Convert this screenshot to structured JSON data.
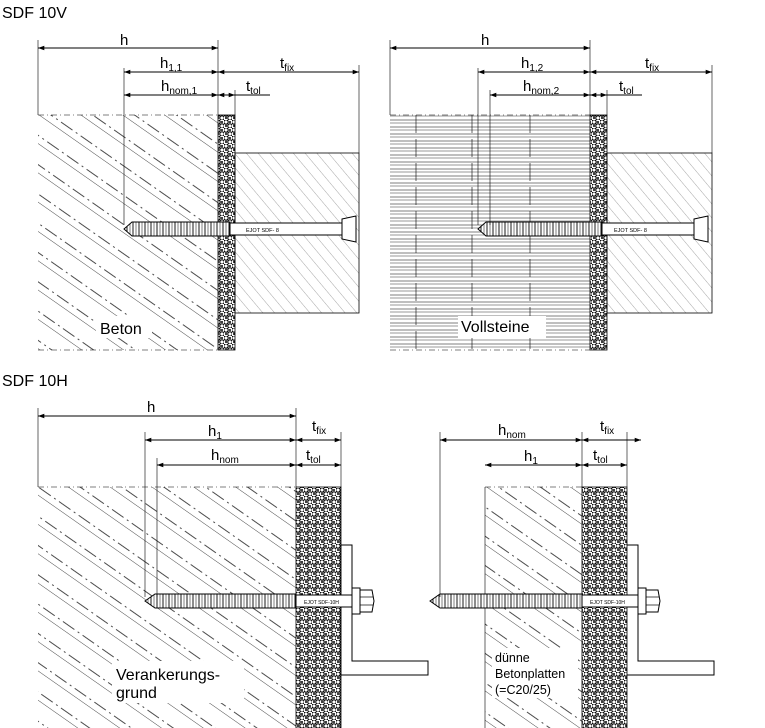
{
  "sections": {
    "top_title": "SDF 10V",
    "bottom_title": "SDF 10H"
  },
  "panel1": {
    "h": "h",
    "h_sub_main": "h",
    "h_sub_sub": "1,1",
    "hnom_main": "h",
    "hnom_sub": "nom,1",
    "tfix_main": "t",
    "tfix_sub": "fix",
    "ttol_main": "t",
    "ttol_sub": "tol",
    "material": "Beton",
    "marking": "EJOT SDF- 8"
  },
  "panel2": {
    "h": "h",
    "h_sub_main": "h",
    "h_sub_sub": "1,2",
    "hnom_main": "h",
    "hnom_sub": "nom,2",
    "tfix_main": "t",
    "tfix_sub": "fix",
    "ttol_main": "t",
    "ttol_sub": "tol",
    "material": "Vollsteine",
    "marking": "EJOT SDF- 8"
  },
  "panel3": {
    "h": "h",
    "h_sub_main": "h",
    "h_sub_sub": "1",
    "hnom_main": "h",
    "hnom_sub": "nom",
    "tfix_main": "t",
    "tfix_sub": "fix",
    "ttol_main": "t",
    "ttol_sub": "tol",
    "material_line1": "Verankerungs-",
    "material_line2": "grund",
    "marking": "EJOT SDF-10H"
  },
  "panel4": {
    "hnom_main": "h",
    "hnom_sub": "nom",
    "h_sub_main": "h",
    "h_sub_sub": "1",
    "tfix_main": "t",
    "tfix_sub": "fix",
    "ttol_main": "t",
    "ttol_sub": "tol",
    "material_line1": "dünne",
    "material_line2": "Betonplatten",
    "material_line3": "(=C20/25)",
    "marking": "EJOT SDF-10H"
  }
}
